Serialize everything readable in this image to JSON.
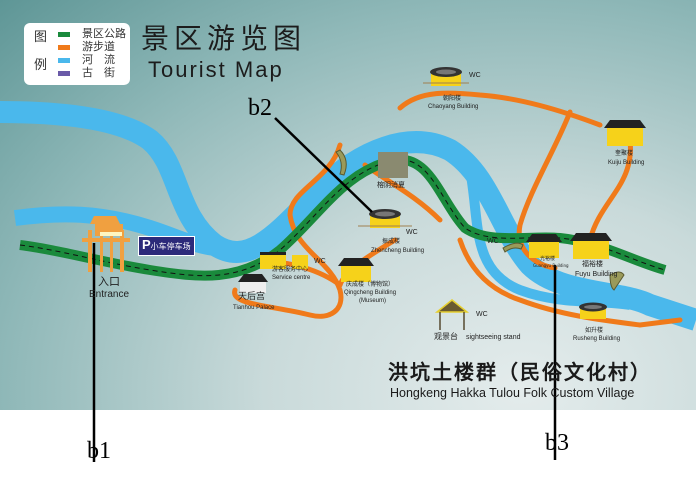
{
  "legend": {
    "side_label_top": "图",
    "side_label_bottom": "例",
    "items": [
      {
        "label": "景区公路",
        "color": "#1a8a3c"
      },
      {
        "label": "游步道",
        "color": "#f07a1a"
      },
      {
        "label": "河　流",
        "color": "#4ab8ec"
      },
      {
        "label": "古　街",
        "color": "#6a5aa8"
      }
    ]
  },
  "title": {
    "cn": "景区游览图",
    "en": "Tourist Map"
  },
  "places": {
    "entrance": {
      "cn": "入口",
      "en": "Entrance"
    },
    "parking": {
      "icon": "P",
      "cn": "小车停车场"
    },
    "tianhou": {
      "cn": "天后宫",
      "en": "Tianhou Palace"
    },
    "service": {
      "cn": "游客服务中心",
      "en": "Service centre"
    },
    "qingcheng": {
      "cn": "庆成楼（博物馆）",
      "en": "Qingcheng Building",
      "en2": "(Museum)"
    },
    "zhencheng": {
      "cn": "振成楼",
      "en": "Zhencheng Building"
    },
    "shade": {
      "cn": "榕阴消夏"
    },
    "chaoyang": {
      "cn": "朝阳楼",
      "en": "Chaoyang Building"
    },
    "kuiju": {
      "cn": "奎聚楼",
      "en": "Kuiju Building"
    },
    "guangyu": {
      "cn": "光裕楼",
      "en": "Guangyu Building"
    },
    "fuyu": {
      "cn": "福裕楼",
      "en": "Fuyu Building"
    },
    "rusheng": {
      "cn": "如升楼",
      "en": "Rusheng Building"
    },
    "stand": {
      "cn": "观景台",
      "en": "sightseeing stand"
    },
    "wc": "WC"
  },
  "village": {
    "cn": "洪坑土楼群（民俗文化村）",
    "en": "Hongkeng Hakka Tulou Folk Custom Village"
  },
  "markers": {
    "b1": "b1",
    "b2": "b2",
    "b3": "b3"
  }
}
